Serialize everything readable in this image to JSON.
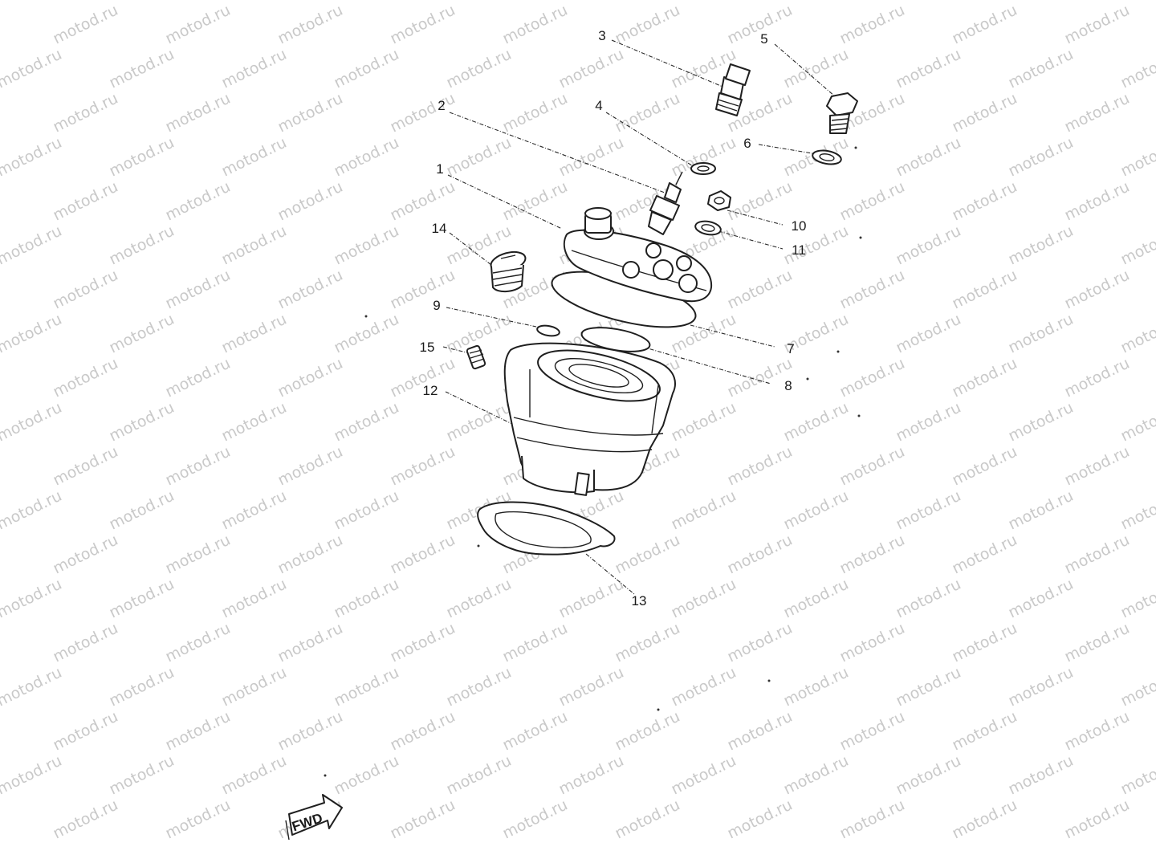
{
  "watermark": {
    "text": "motod.ru"
  },
  "callouts": [
    {
      "id": "1",
      "label": "1"
    },
    {
      "id": "2",
      "label": "2"
    },
    {
      "id": "3",
      "label": "3"
    },
    {
      "id": "4",
      "label": "4"
    },
    {
      "id": "5",
      "label": "5"
    },
    {
      "id": "6",
      "label": "6"
    },
    {
      "id": "7",
      "label": "7"
    },
    {
      "id": "8",
      "label": "8"
    },
    {
      "id": "9",
      "label": "9"
    },
    {
      "id": "10",
      "label": "10"
    },
    {
      "id": "11",
      "label": "11"
    },
    {
      "id": "12",
      "label": "12"
    },
    {
      "id": "13",
      "label": "13"
    },
    {
      "id": "14",
      "label": "14"
    },
    {
      "id": "15",
      "label": "15"
    }
  ],
  "direction_marker": {
    "label": "FWD"
  }
}
